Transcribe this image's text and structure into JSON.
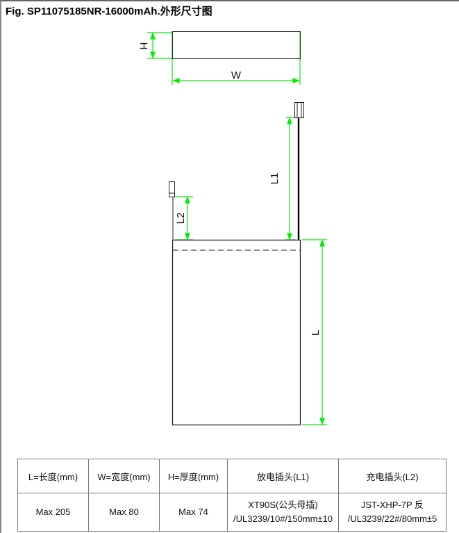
{
  "title": "Fig. SP11075185NR-16000mAh.外形尺寸图",
  "labels": {
    "h": "H",
    "w": "W",
    "l": "L",
    "l1": "L1",
    "l2": "L2"
  },
  "colors": {
    "dimension": "#00ee00",
    "outline": "#000000"
  },
  "table": {
    "headers": [
      "L=长度(mm)",
      "W=宽度(mm)",
      "H=厚度(mm)",
      "放电插头(L1)",
      "充电插头(L2)"
    ],
    "values": [
      "Max 205",
      "Max 80",
      "Max 74"
    ],
    "l1_spec": [
      "XT90S(公头母插)",
      "/UL3239/10#/150mm±10"
    ],
    "l2_spec": [
      "JST-XHP-7P 反",
      "/UL3239/22#/80mm±5"
    ]
  }
}
